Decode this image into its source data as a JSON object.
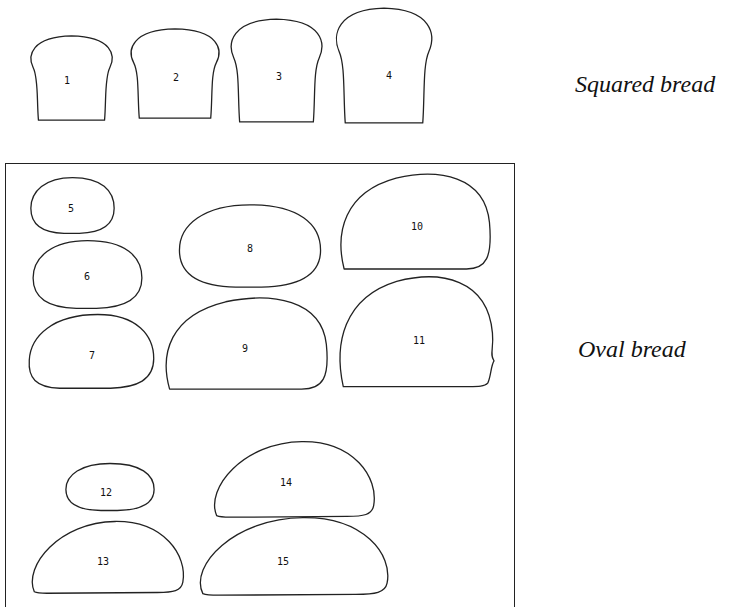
{
  "diagram": {
    "nodes": [
      {
        "text": [
          "1"
        ]
      },
      {
        "text": [
          "2"
        ]
      },
      {
        "text": [
          "3"
        ]
      },
      {
        "text": [
          "4"
        ]
      },
      {
        "text": [
          "Oval bread"
        ]
      },
      {
        "text": [
          "5"
        ],
        "in": 4
      },
      {
        "text": [
          "6"
        ],
        "in": 4
      },
      {
        "text": [
          "7"
        ],
        "in": 4
      },
      {
        "text": [
          "8"
        ],
        "in": 4
      },
      {
        "text": [
          "9"
        ],
        "in": 4
      },
      {
        "text": [
          "10"
        ],
        "in": 4
      },
      {
        "text": [
          "11"
        ],
        "in": 4
      },
      {
        "text": [
          "12"
        ],
        "in": 4
      },
      {
        "text": [
          "13"
        ],
        "in": 4
      },
      {
        "text": [
          "14"
        ],
        "in": 4
      },
      {
        "text": [
          "15"
        ],
        "in": 4
      }
    ],
    "labels": [
      "Squared bread"
    ]
  }
}
